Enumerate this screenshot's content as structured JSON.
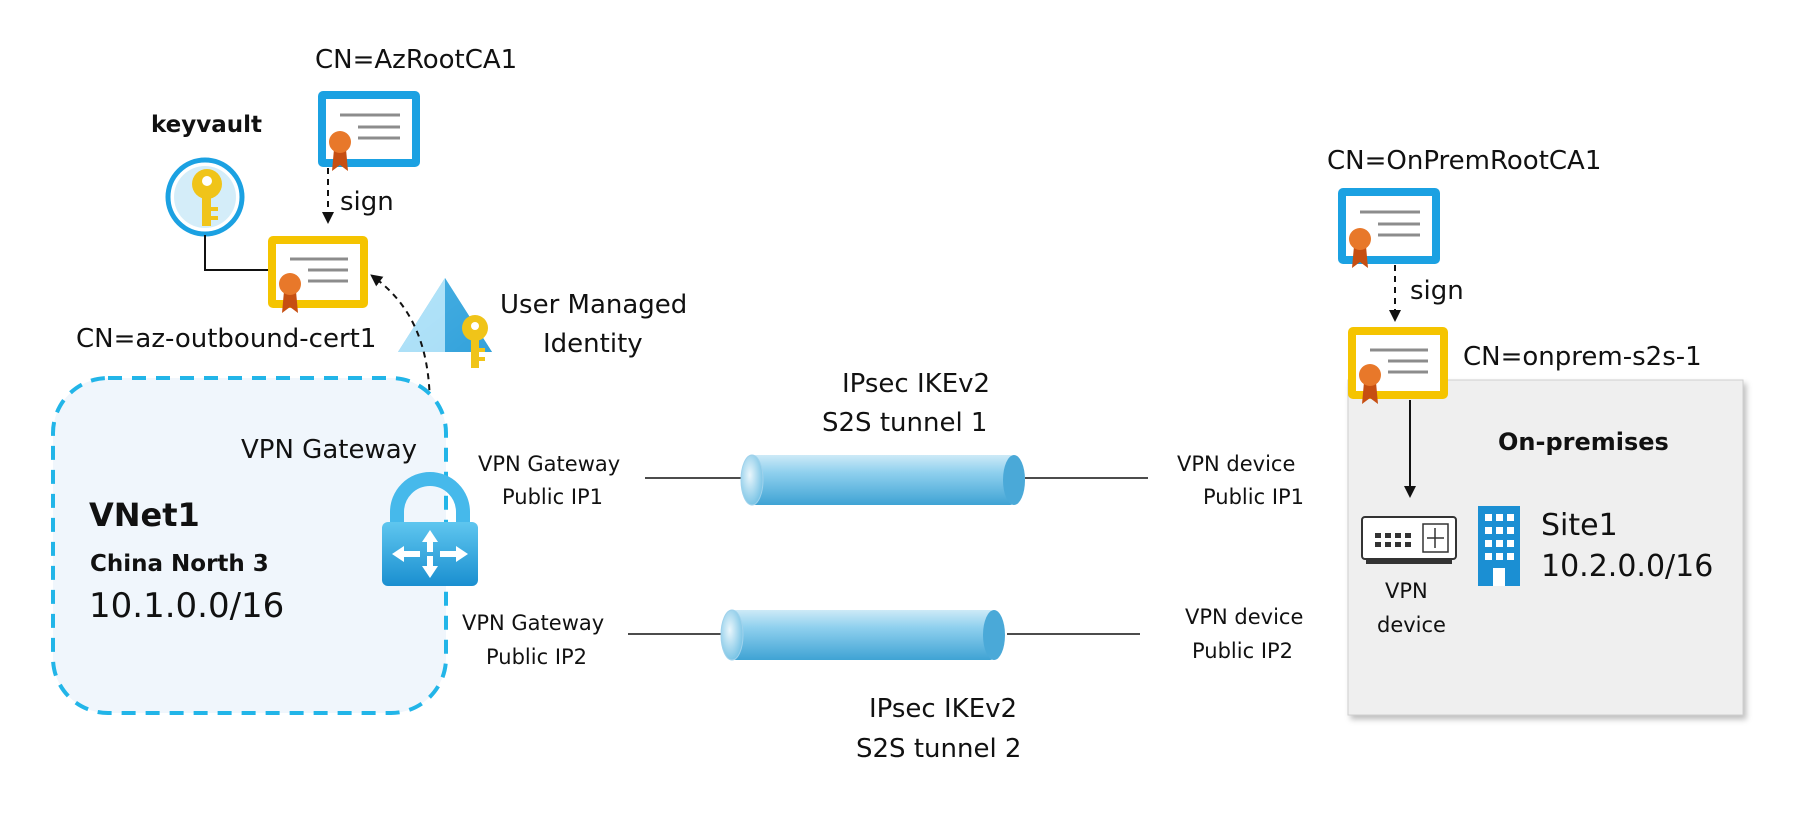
{
  "left": {
    "keyvault_label": "keyvault",
    "root_cert_cn": "CN=AzRootCA1",
    "sign_label": "sign",
    "outbound_cert_cn": "CN=az-outbound-cert1",
    "identity_line1": "User Managed",
    "identity_line2": "Identity",
    "vpn_gateway_label": "VPN Gateway",
    "vnet_name": "VNet1",
    "vnet_region": "China North 3",
    "vnet_cidr": "10.1.0.0/16"
  },
  "tunnels": [
    {
      "title_line1": "IPsec IKEv2",
      "title_line2": "S2S tunnel 1",
      "gw_line1": "VPN Gateway",
      "gw_line2": "Public IP1",
      "dev_line1": "VPN device",
      "dev_line2": "Public IP1"
    },
    {
      "title_line1": "IPsec IKEv2",
      "title_line2": "S2S tunnel 2",
      "gw_line1": "VPN Gateway",
      "gw_line2": "Public IP2",
      "dev_line1": "VPN device",
      "dev_line2": "Public IP2"
    }
  ],
  "right": {
    "root_cert_cn": "CN=OnPremRootCA1",
    "sign_label": "sign",
    "s2s_cert_cn": "CN=onprem-s2s-1",
    "onprem_label": "On-premises",
    "device_line1": "VPN",
    "device_line2": "device",
    "site_name": "Site1",
    "site_cidr": "10.2.0.0/16"
  },
  "colors": {
    "cert_blue": "#1ba1e2",
    "cert_yellow": "#f5c400",
    "ribbon": "#e8782a",
    "key_gold": "#f0c419",
    "vnet_dash": "#22b5e8",
    "tunnel": "#7ec8e6",
    "onprem_bg": "#efefef"
  },
  "icons": [
    "certificate-icon",
    "key-vault-icon",
    "managed-identity-icon",
    "vpn-gateway-icon",
    "vpn-device-icon",
    "building-icon"
  ]
}
